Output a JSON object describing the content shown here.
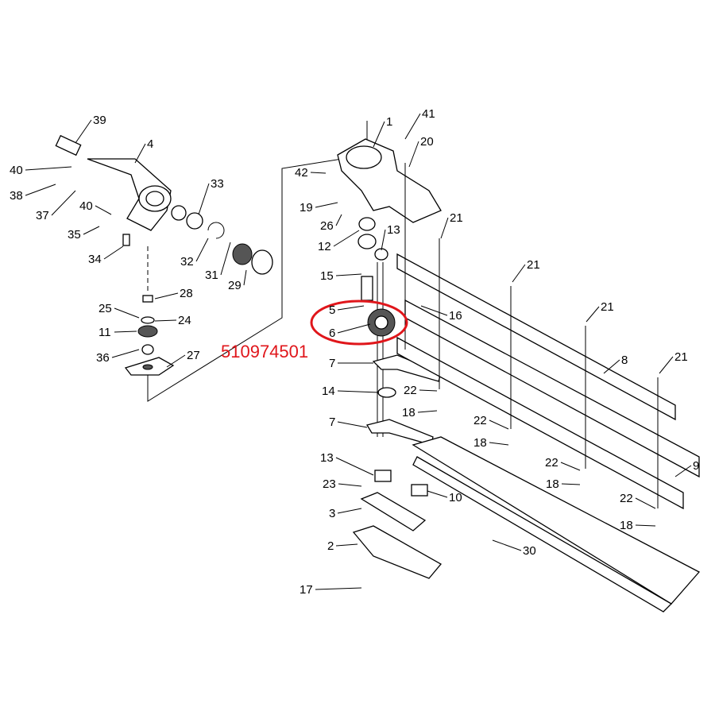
{
  "diagram": {
    "part_number": "510974501",
    "highlight_color": "#e0161b",
    "highlighted_callout": "6",
    "callouts_left": [
      "39",
      "4",
      "40",
      "38",
      "33",
      "37",
      "40",
      "35",
      "34",
      "32",
      "31",
      "29",
      "28",
      "25",
      "24",
      "11",
      "36",
      "27"
    ],
    "callouts_right": [
      "1",
      "41",
      "20",
      "42",
      "19",
      "26",
      "12",
      "13",
      "21",
      "15",
      "21",
      "5",
      "16",
      "21",
      "6",
      "21",
      "8",
      "7",
      "14",
      "22",
      "18",
      "22",
      "7",
      "18",
      "9",
      "13",
      "22",
      "18",
      "23",
      "10",
      "22",
      "3",
      "18",
      "2",
      "30",
      "17"
    ]
  }
}
